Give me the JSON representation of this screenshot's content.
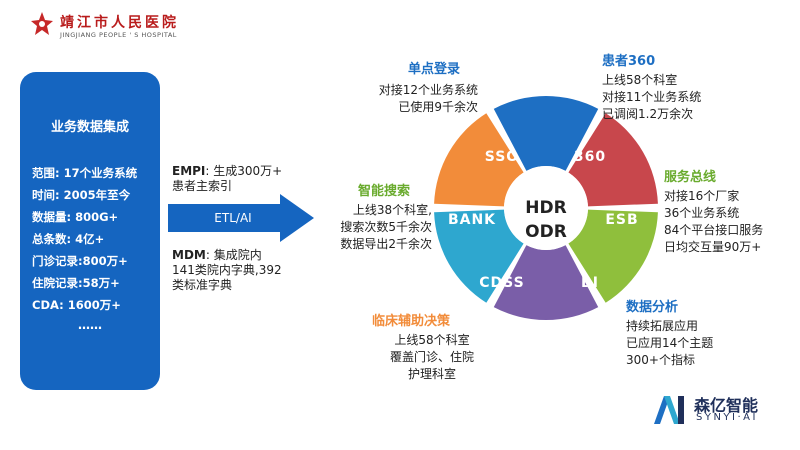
{
  "header": {
    "hospital_name_cn": "靖江市人民医院",
    "hospital_name_en": "JINGJIANG PEOPLE ' S HOSPITAL"
  },
  "left_panel": {
    "title": "业务数据集成",
    "items": [
      "范围: 17个业务系统",
      "时间: 2005年至今",
      "数据量: 800G+",
      "总条数: 4亿+",
      "门诊记录:800万+",
      "住院记录:58万+",
      "CDA: 1600万+"
    ],
    "more": "……"
  },
  "empi": {
    "label": "EMPI",
    "line1": ": 生成300万+",
    "line2": "患者主索引"
  },
  "etl": {
    "label": "ETL/AI"
  },
  "mdm": {
    "label": "MDM",
    "line1": ": 集成院内",
    "line2": "141类院内字典,392",
    "line3": "类标准字典"
  },
  "ring": {
    "center_line1": "HDR",
    "center_line2": "ODR",
    "segments": [
      {
        "label": "SSO",
        "color": "#1e6fc3"
      },
      {
        "label": "360",
        "color": "#c8474c"
      },
      {
        "label": "ESB",
        "color": "#8fbf3c"
      },
      {
        "label": "BI",
        "color": "#7a5ea8"
      },
      {
        "label": "CDSS",
        "color": "#2ea7cf"
      },
      {
        "label": "BANK",
        "color": "#f28c3a"
      }
    ]
  },
  "sections": {
    "sso": {
      "title": "单点登录",
      "title_color": "#1e6fc3",
      "lines": [
        "对接12个业务系统",
        "已使用9千余次"
      ]
    },
    "patient360": {
      "title": "患者360",
      "title_color": "#1e6fc3",
      "lines": [
        "上线58个科室",
        "对接11个业务系统",
        "已调阅1.2万余次"
      ]
    },
    "esb": {
      "title": "服务总线",
      "title_color": "#6aab2e",
      "lines": [
        "对接16个厂家",
        "36个业务系统",
        "84个平台接口服务",
        "日均交互量90万+"
      ]
    },
    "bi": {
      "title": "数据分析",
      "title_color": "#1e6fc3",
      "lines": [
        "持续拓展应用",
        "已应用14个主题",
        "300+个指标"
      ]
    },
    "cdss": {
      "title": "临床辅助决策",
      "title_color": "#f28c3a",
      "lines": [
        "上线58个科室",
        "覆盖门诊、住院",
        "护理科室"
      ]
    },
    "search": {
      "title": "智能搜索",
      "title_color": "#6aab2e",
      "lines": [
        "上线38个科室,",
        "搜索次数5千余次",
        "数据导出2千余次"
      ]
    }
  },
  "brand": {
    "name": "森亿智能",
    "name_en": "SYNYI·AI",
    "color": "#1f2f5a"
  }
}
